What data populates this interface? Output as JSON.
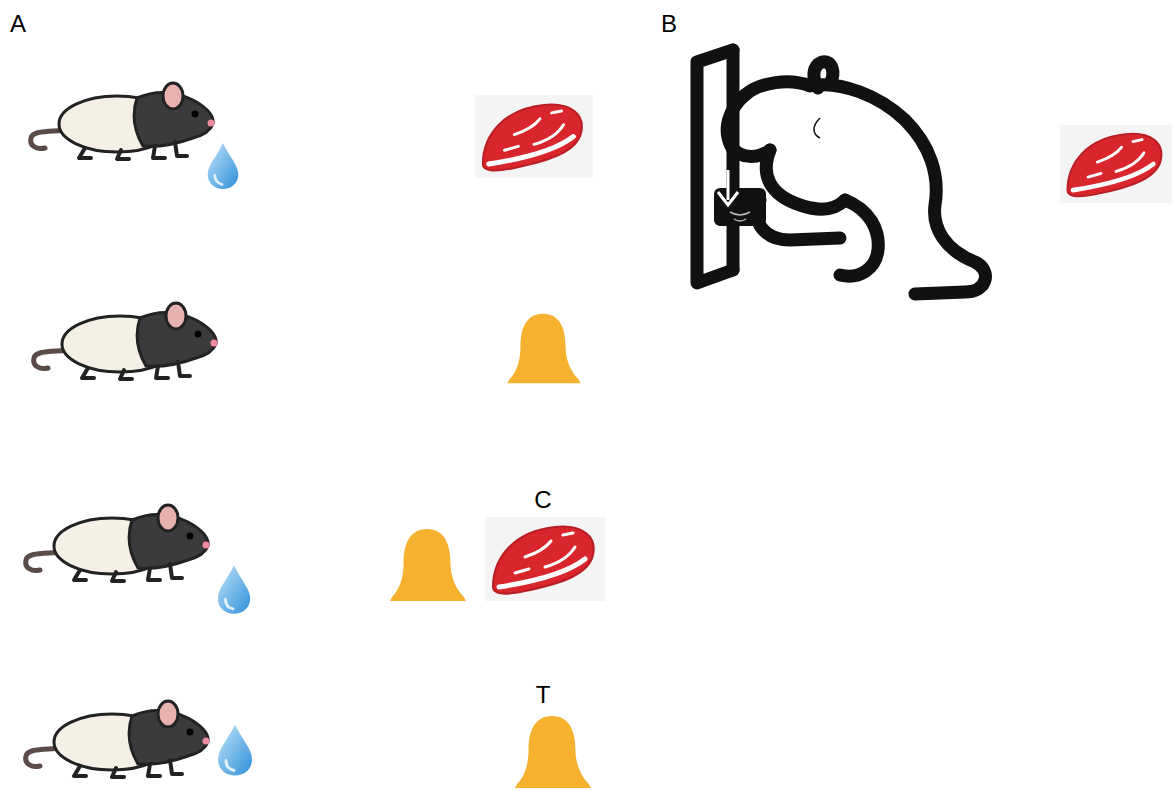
{
  "diagram": {
    "labels": [
      "A",
      "B",
      "C",
      "T"
    ]
  }
}
